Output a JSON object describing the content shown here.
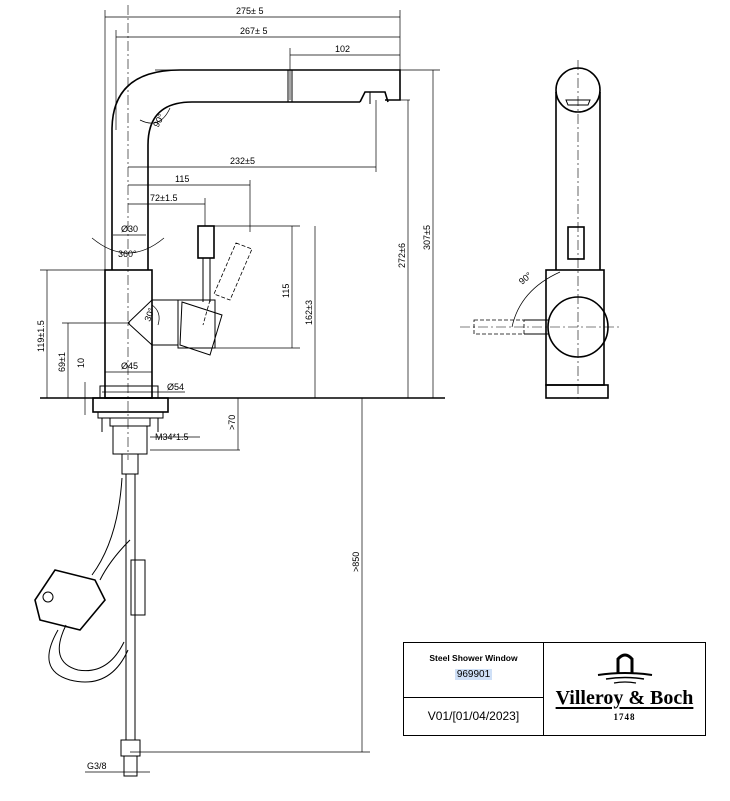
{
  "drawing": {
    "dimensions": {
      "overall_reach": "275± 5",
      "reach": "267± 5",
      "spout_tip": "102",
      "spout_angle": "90°",
      "outlet_offset": "232±5",
      "handle_reach": "115",
      "handle_axis": "72±1.5",
      "tube_diameter": "Ø30",
      "rotation": "360°",
      "handle_angle": "30°",
      "body_height": "119±1.5",
      "handle_axis_height": "69±1",
      "base_height": "10",
      "body_diameter": "Ø45",
      "base_diameter": "Ø54",
      "thread": "M34*1.5",
      "handle_height": "115",
      "lever_height": "162±3",
      "outlet_height": "272±6",
      "total_height": "307±5",
      "min_depth": ">70",
      "min_hose_depth": ">850",
      "connection": "G3/8",
      "side_angle": "90°"
    }
  },
  "title_block": {
    "product_name": "Steel Shower Window",
    "article_number": "969901",
    "version": "V01/[01/04/2023]",
    "brand": "Villeroy & Boch",
    "year": "1748"
  }
}
